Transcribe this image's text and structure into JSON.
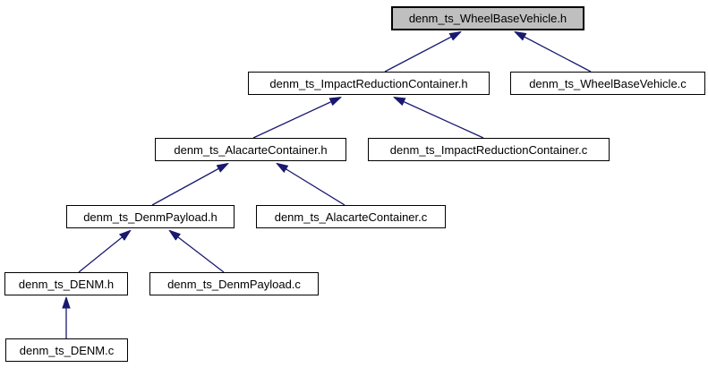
{
  "diagram": {
    "type": "doxygen-included-by-dependency-graph",
    "root_file": "denm_ts_WheelBaseVehicle.h",
    "colors": {
      "edge": "#191970",
      "node_border": "#000000",
      "node_fill": "#ffffff",
      "highlight_fill": "#bfbfbf",
      "text": "#000000",
      "background": "#ffffff"
    },
    "nodes": [
      {
        "label": "denm_ts_WheelBaseVehicle.h",
        "highlighted": true
      },
      {
        "label": "denm_ts_ImpactReductionContainer.h",
        "highlighted": false
      },
      {
        "label": "denm_ts_WheelBaseVehicle.c",
        "highlighted": false
      },
      {
        "label": "denm_ts_AlacarteContainer.h",
        "highlighted": false
      },
      {
        "label": "denm_ts_ImpactReductionContainer.c",
        "highlighted": false
      },
      {
        "label": "denm_ts_DenmPayload.h",
        "highlighted": false
      },
      {
        "label": "denm_ts_AlacarteContainer.c",
        "highlighted": false
      },
      {
        "label": "denm_ts_DENM.h",
        "highlighted": false
      },
      {
        "label": "denm_ts_DenmPayload.c",
        "highlighted": false
      },
      {
        "label": "denm_ts_DENM.c",
        "highlighted": false
      }
    ],
    "edges": [
      {
        "from": "denm_ts_ImpactReductionContainer.h",
        "to": "denm_ts_WheelBaseVehicle.h"
      },
      {
        "from": "denm_ts_WheelBaseVehicle.c",
        "to": "denm_ts_WheelBaseVehicle.h"
      },
      {
        "from": "denm_ts_AlacarteContainer.h",
        "to": "denm_ts_ImpactReductionContainer.h"
      },
      {
        "from": "denm_ts_ImpactReductionContainer.c",
        "to": "denm_ts_ImpactReductionContainer.h"
      },
      {
        "from": "denm_ts_DenmPayload.h",
        "to": "denm_ts_AlacarteContainer.h"
      },
      {
        "from": "denm_ts_AlacarteContainer.c",
        "to": "denm_ts_AlacarteContainer.h"
      },
      {
        "from": "denm_ts_DENM.h",
        "to": "denm_ts_DenmPayload.h"
      },
      {
        "from": "denm_ts_DenmPayload.c",
        "to": "denm_ts_DenmPayload.h"
      },
      {
        "from": "denm_ts_DENM.c",
        "to": "denm_ts_DENM.h"
      }
    ]
  }
}
